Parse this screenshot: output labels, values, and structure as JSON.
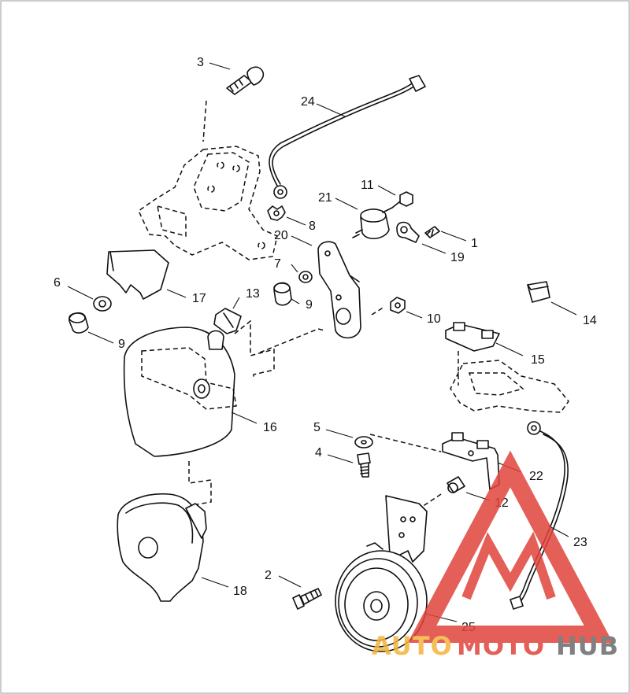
{
  "labels": [
    {
      "id": "3",
      "text": "3"
    },
    {
      "id": "24",
      "text": "24"
    },
    {
      "id": "11",
      "text": "11"
    },
    {
      "id": "21",
      "text": "21"
    },
    {
      "id": "8",
      "text": "8"
    },
    {
      "id": "20",
      "text": "20"
    },
    {
      "id": "1",
      "text": "1"
    },
    {
      "id": "19",
      "text": "19"
    },
    {
      "id": "7",
      "text": "7"
    },
    {
      "id": "6",
      "text": "6"
    },
    {
      "id": "17",
      "text": "17"
    },
    {
      "id": "13",
      "text": "13"
    },
    {
      "id": "9a",
      "text": "9"
    },
    {
      "id": "9b",
      "text": "9"
    },
    {
      "id": "10",
      "text": "10"
    },
    {
      "id": "14",
      "text": "14"
    },
    {
      "id": "15",
      "text": "15"
    },
    {
      "id": "16",
      "text": "16"
    },
    {
      "id": "5",
      "text": "5"
    },
    {
      "id": "4",
      "text": "4"
    },
    {
      "id": "22",
      "text": "22"
    },
    {
      "id": "12",
      "text": "12"
    },
    {
      "id": "23",
      "text": "23"
    },
    {
      "id": "2",
      "text": "2"
    },
    {
      "id": "18",
      "text": "18"
    },
    {
      "id": "25",
      "text": "25"
    }
  ],
  "watermark": {
    "part1": "AUTO",
    "part2": "MOTO",
    "part3": "HUB",
    "color_orange": "#f3b53d",
    "color_red": "#e0443c",
    "color_gray": "#6b6b6b"
  }
}
